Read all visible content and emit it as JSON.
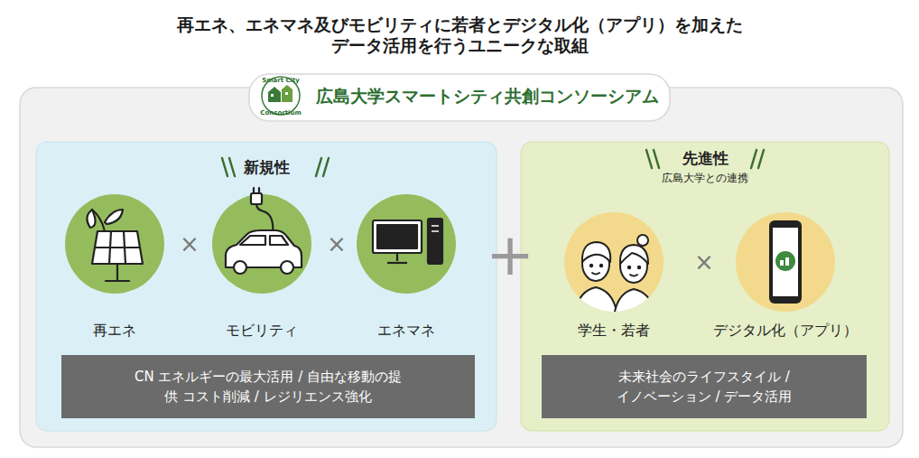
{
  "diagram": {
    "title": "再エネ、エネマネ及びモビリティに若者とデジタル化（アプリ）を加えた データ活用を行うユニークな取組",
    "nodes": [
      {
        "text": [
          "広島大学スマートシティ共創コンソーシアム"
        ]
      },
      {
        "text": [
          "新規性"
        ],
        "in": 0
      },
      {
        "text": [
          "再エネ"
        ],
        "in": 1
      },
      {
        "text": [
          "モビリティ"
        ],
        "in": 1
      },
      {
        "text": [
          "エネマネ"
        ],
        "in": 1
      },
      {
        "text": [
          "CN エネルギーの最大活用 / 自由な移動の提供 コスト削減 / レジリエンス強化"
        ],
        "in": 1
      },
      {
        "text": [
          "先進性",
          "広島大学との連携"
        ],
        "in": 0
      },
      {
        "text": [
          "学生・若者"
        ],
        "in": 6
      },
      {
        "text": [
          "デジタル化（アプリ）"
        ],
        "in": 6
      },
      {
        "text": [
          "未来社会のライフスタイル / イノベーション / データ活用"
        ],
        "in": 6
      }
    ],
    "labels": [
      "Smart City",
      "Consortium",
      "×",
      "×",
      "+",
      "×"
    ]
  }
}
